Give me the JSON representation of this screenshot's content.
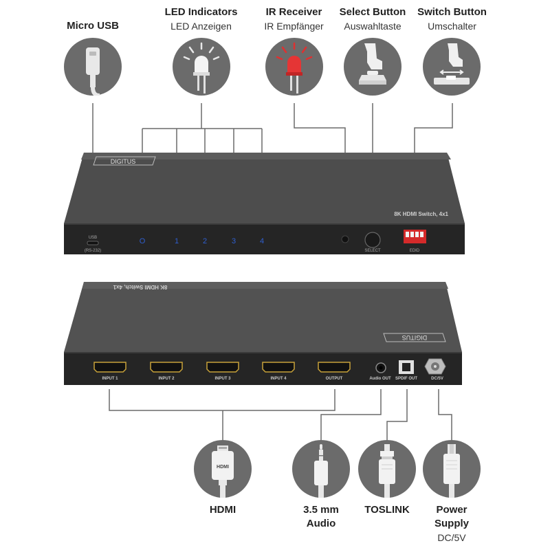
{
  "top_labels": {
    "micro_usb": {
      "title": "Micro USB",
      "sub": ""
    },
    "led": {
      "title": "LED Indicators",
      "sub": "LED Anzeigen"
    },
    "ir": {
      "title": "IR Receiver",
      "sub": "IR Empfänger"
    },
    "select": {
      "title": "Select Button",
      "sub": "Auswahltaste"
    },
    "switch": {
      "title": "Switch Button",
      "sub": "Umschalter"
    }
  },
  "front_panel": {
    "brand": "DIGITUS",
    "model": "8K HDMI Switch, 4x1",
    "usb_label": "USB",
    "usb_sub": "(RS-232)",
    "leds": [
      "O",
      "1",
      "2",
      "3",
      "4"
    ],
    "select_label": "SELECT",
    "edid_label": "EDID"
  },
  "rear_panel": {
    "brand": "DIGITUS",
    "model": "8K HDMI Switch, 4x1",
    "ports": [
      "INPUT 1",
      "INPUT 2",
      "INPUT 3",
      "INPUT 4",
      "OUTPUT"
    ],
    "audio_label": "Audio OUT",
    "spdif_label": "SPDIF OUT",
    "dc_label": "DC/5V"
  },
  "bottom_labels": {
    "hdmi": {
      "title": "HDMI",
      "sub": ""
    },
    "audio": {
      "title": "3.5 mm",
      "title2": "Audio"
    },
    "toslink": {
      "title": "TOSLINK"
    },
    "power": {
      "title": "Power",
      "title2": "Supply",
      "sub": "DC/5V"
    },
    "hdmi_plug_text": "HDMI"
  },
  "colors": {
    "circle": "#6b6b6b",
    "device_top": "#4d4d4d",
    "device_front": "#2a2a2a",
    "led_blue": "#2f5fd0",
    "ir_red": "#e03030",
    "edid_red": "#d42a2a",
    "line": "#6a6a6a"
  }
}
